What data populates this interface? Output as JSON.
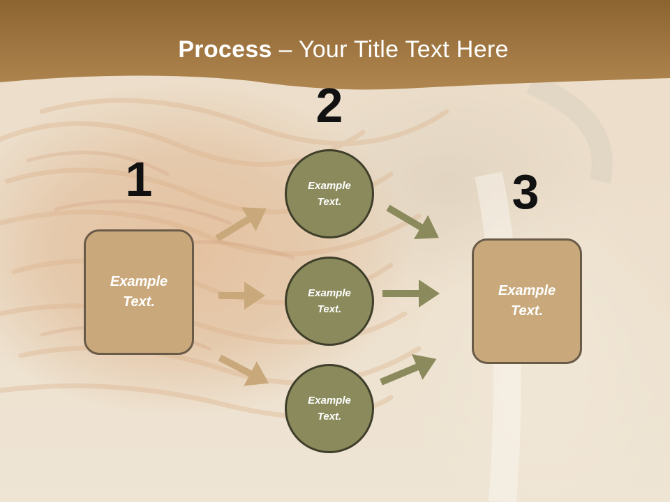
{
  "slide": {
    "title_strong": "Process",
    "title_rest": " – Your Title Text Here"
  },
  "steps": {
    "one": "1",
    "two": "2",
    "three": "3"
  },
  "boxes": {
    "input": "Example Text.",
    "output": "Example Text."
  },
  "circles": [
    {
      "label": "Example Text."
    },
    {
      "label": "Example Text."
    },
    {
      "label": "Example Text."
    }
  ],
  "colors": {
    "header_band": "#9a6f3c",
    "box_fill": "#c9a97c",
    "circle_fill": "#8a8a5c",
    "left_arrow": "#c9a97c",
    "right_arrow": "#8a8a5c"
  }
}
